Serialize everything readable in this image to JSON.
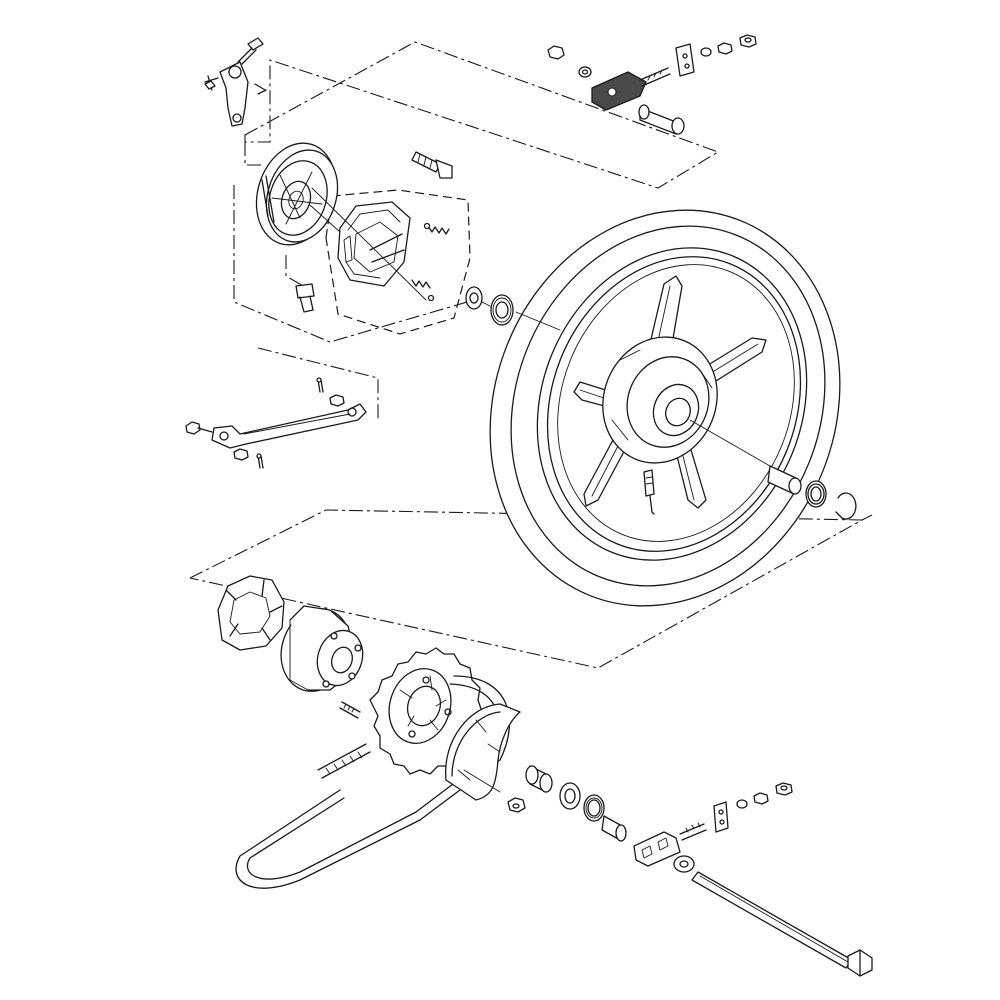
{
  "diagram": {
    "style": "exploded parts diagram, black line art on white",
    "colors": {
      "line": "#1a1a1a",
      "background": "#ffffff",
      "shaded_part": "#4a4a4a"
    },
    "assemblies": [
      {
        "id": "brake-panel-group",
        "parts": [
          "brake-lever",
          "lever-bolt",
          "brake-panel",
          "camshaft",
          "brake-shoes",
          "shoe-springs",
          "panel-bolt"
        ]
      },
      {
        "id": "torque-link-group",
        "parts": [
          "torque-link",
          "cotter-pins",
          "nuts"
        ]
      },
      {
        "id": "rear-wheel-group",
        "parts": [
          "tire",
          "rim-five-spoke",
          "valve",
          "bearing-left",
          "collar",
          "bearing-right",
          "circlip"
        ]
      },
      {
        "id": "chain-adjuster-upper",
        "parts": [
          "nut",
          "washer",
          "adjuster-block",
          "adjust-bolt",
          "plate",
          "washers",
          "nuts",
          "collar"
        ]
      },
      {
        "id": "sprocket-group",
        "parts": [
          "hub-damper",
          "sprocket-hub",
          "studs",
          "rear-sprocket",
          "chain",
          "chain-cover",
          "nut"
        ]
      },
      {
        "id": "axle-group",
        "parts": [
          "collar",
          "bearing",
          "seal",
          "spacer",
          "chain-adjuster-lower",
          "washer",
          "rear-axle"
        ]
      }
    ]
  }
}
